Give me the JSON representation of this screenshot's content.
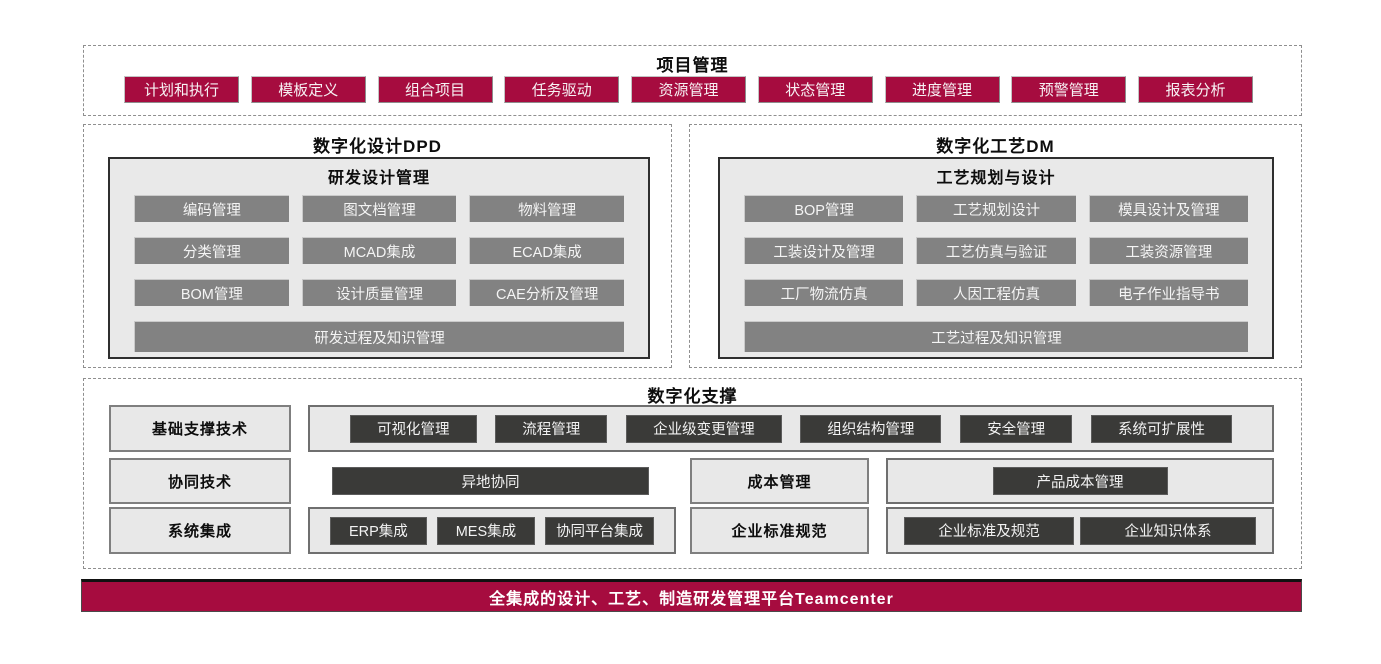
{
  "colors": {
    "crimson": "#A60C3F",
    "gray_module": "#828282",
    "dark_btn": "#3A3A38",
    "panel_bg": "#E9E9E9",
    "label_bg": "#E8E8E8"
  },
  "top_section": {
    "title": "项目管理",
    "buttons": [
      "计划和执行",
      "模板定义",
      "组合项目",
      "任务驱动",
      "资源管理",
      "状态管理",
      "进度管理",
      "预警管理",
      "报表分析"
    ]
  },
  "design_panel": {
    "title": "数字化设计DPD",
    "header": "研发设计管理",
    "modules": [
      "编码管理",
      "图文档管理",
      "物料管理",
      "分类管理",
      "MCAD集成",
      "ECAD集成",
      "BOM管理",
      "设计质量管理",
      "CAE分析及管理"
    ],
    "full_module": "研发过程及知识管理"
  },
  "process_panel": {
    "title": "数字化工艺DM",
    "header": "工艺规划与设计",
    "modules": [
      "BOP管理",
      "工艺规划设计",
      "模具设计及管理",
      "工装设计及管理",
      "工艺仿真与验证",
      "工装资源管理",
      "工厂物流仿真",
      "人因工程仿真",
      "电子作业指导书"
    ],
    "full_module": "工艺过程及知识管理"
  },
  "support_section": {
    "title": "数字化支撑",
    "row1": {
      "label": "基础支撑技术",
      "buttons": [
        "可视化管理",
        "流程管理",
        "企业级变更管理",
        "组织结构管理",
        "安全管理",
        "系统可扩展性"
      ]
    },
    "row2": {
      "label": "协同技术",
      "wide_button": "异地协同",
      "label2": "成本管理",
      "button2": "产品成本管理"
    },
    "row3": {
      "label": "系统集成",
      "buttons": [
        "ERP集成",
        "MES集成",
        "协同平台集成"
      ],
      "label2": "企业标准规范",
      "buttons2": [
        "企业标准及规范",
        "企业知识体系"
      ]
    }
  },
  "footer": {
    "text": "全集成的设计、工艺、制造研发管理平台Teamcenter"
  }
}
